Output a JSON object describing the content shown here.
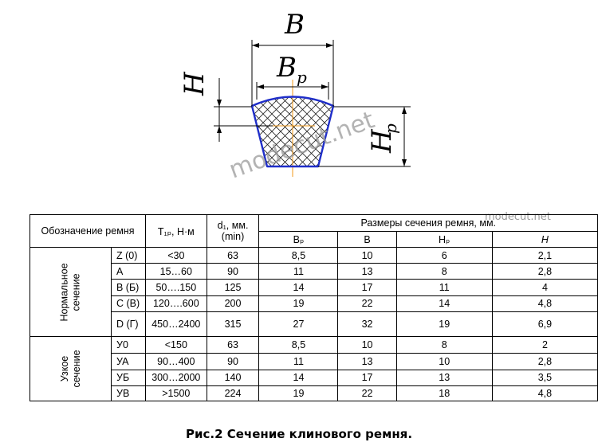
{
  "diagram": {
    "label_B": "B",
    "label_Bp_main": "B",
    "label_Bp_sub": "p",
    "label_H": "H",
    "label_Hp_main": "H",
    "label_Hp_sub": "p",
    "watermark": "modecut.net",
    "colors": {
      "outline": "#1f2ec9",
      "centerline": "#f39a1a",
      "hatch": "#222222"
    }
  },
  "table": {
    "head_designation": "Обозначение ремня",
    "head_torque": "T₁ₚ, Н·м",
    "head_d1_line1": "d₁, мм.",
    "head_d1_line2": "(min)",
    "head_dims": "Размеры сечения ремня, мм.",
    "sub_bp": "Bₚ",
    "sub_b": "B",
    "sub_hp": "Hₚ",
    "sub_h": "H",
    "watermark": "modecut.net",
    "groups": [
      {
        "name": "Нормальное сечение",
        "rows": [
          {
            "code": "Z (0)",
            "torque": "<30",
            "d1": "63",
            "bp": "8,5",
            "b": "10",
            "hp": "6",
            "h": "2,1"
          },
          {
            "code": "A",
            "torque": "15…60",
            "d1": "90",
            "bp": "11",
            "b": "13",
            "hp": "8",
            "h": "2,8"
          },
          {
            "code": "B (Б)",
            "torque": "50….150",
            "d1": "125",
            "bp": "14",
            "b": "17",
            "hp": "11",
            "h": "4"
          },
          {
            "code": "C (В)",
            "torque": "120….600",
            "d1": "200",
            "bp": "19",
            "b": "22",
            "hp": "14",
            "h": "4,8"
          },
          {
            "code": "D (Г)",
            "torque": "450…2400",
            "d1": "315",
            "bp": "27",
            "b": "32",
            "hp": "19",
            "h": "6,9"
          }
        ]
      },
      {
        "name": "Узкое сечение",
        "rows": [
          {
            "code": "У0",
            "torque": "<150",
            "d1": "63",
            "bp": "8,5",
            "b": "10",
            "hp": "8",
            "h": "2"
          },
          {
            "code": "УА",
            "torque": "90…400",
            "d1": "90",
            "bp": "11",
            "b": "13",
            "hp": "10",
            "h": "2,8"
          },
          {
            "code": "УБ",
            "torque": "300…2000",
            "d1": "140",
            "bp": "14",
            "b": "17",
            "hp": "13",
            "h": "3,5"
          },
          {
            "code": "УВ",
            "torque": ">1500",
            "d1": "224",
            "bp": "19",
            "b": "22",
            "hp": "18",
            "h": "4,8"
          }
        ]
      }
    ]
  },
  "caption": "Рис.2 Сечение клинового ремня."
}
